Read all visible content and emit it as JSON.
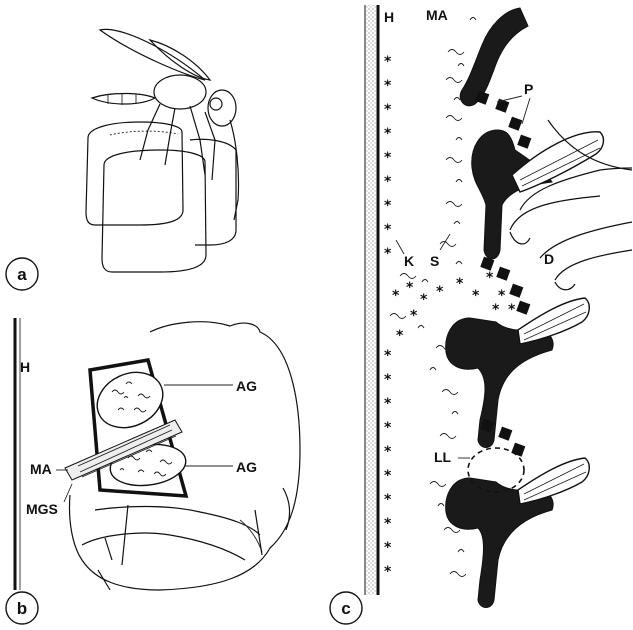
{
  "panels": {
    "a": {
      "letter": "a"
    },
    "b": {
      "letter": "b",
      "labels": {
        "H": "H",
        "AG_upper": "AG",
        "AG_lower": "AG",
        "MA": "MA",
        "MGS": "MGS"
      }
    },
    "c": {
      "letter": "c",
      "labels": {
        "H": "H",
        "MA": "MA",
        "P": "P",
        "K": "K",
        "S": "S",
        "D": "D",
        "LL": "LL"
      }
    }
  },
  "colors": {
    "ink": "#111111",
    "paper": "#ffffff"
  }
}
